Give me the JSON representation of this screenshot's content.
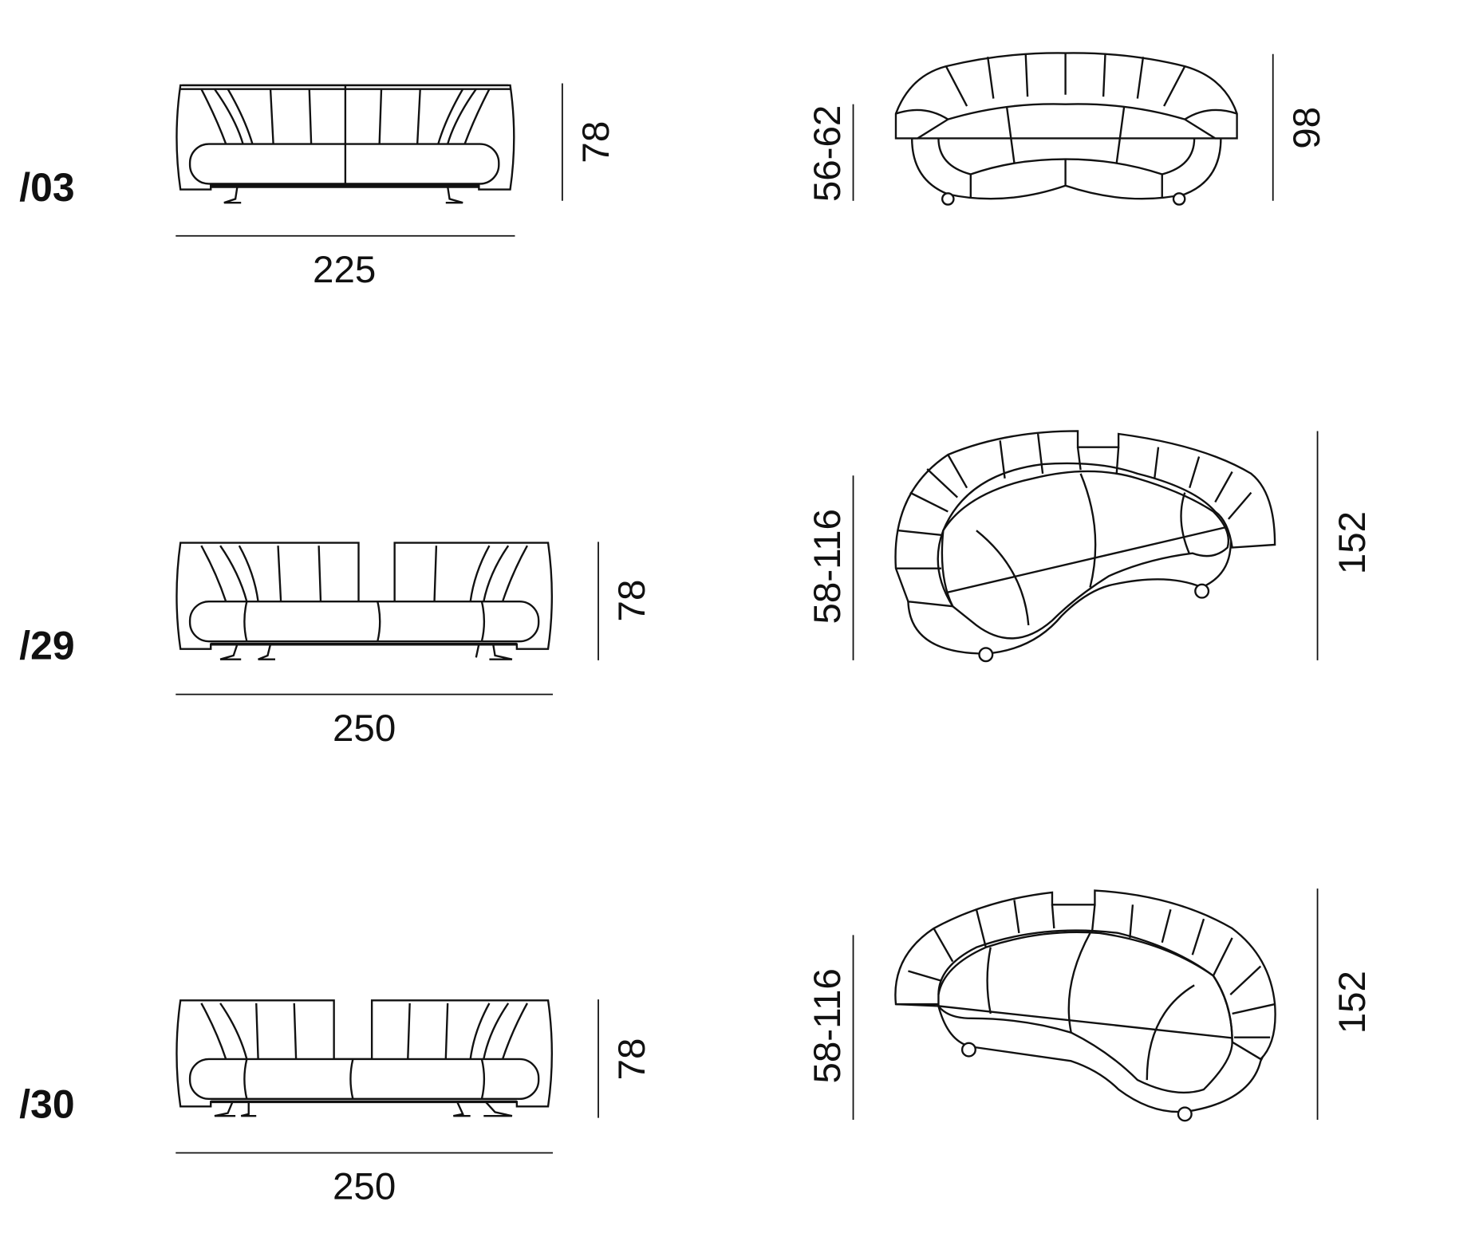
{
  "models": [
    {
      "code": "/03",
      "front_width": "225",
      "front_height": "78",
      "seat_depth": "56-62",
      "total_depth": "98"
    },
    {
      "code": "/29",
      "front_width": "250",
      "front_height": "78",
      "seat_depth": "58-116",
      "total_depth": "152"
    },
    {
      "code": "/30",
      "front_width": "250",
      "front_height": "78",
      "seat_depth": "58-116",
      "total_depth": "152"
    }
  ],
  "colors": {
    "line": "#111111",
    "background": "#ffffff"
  }
}
